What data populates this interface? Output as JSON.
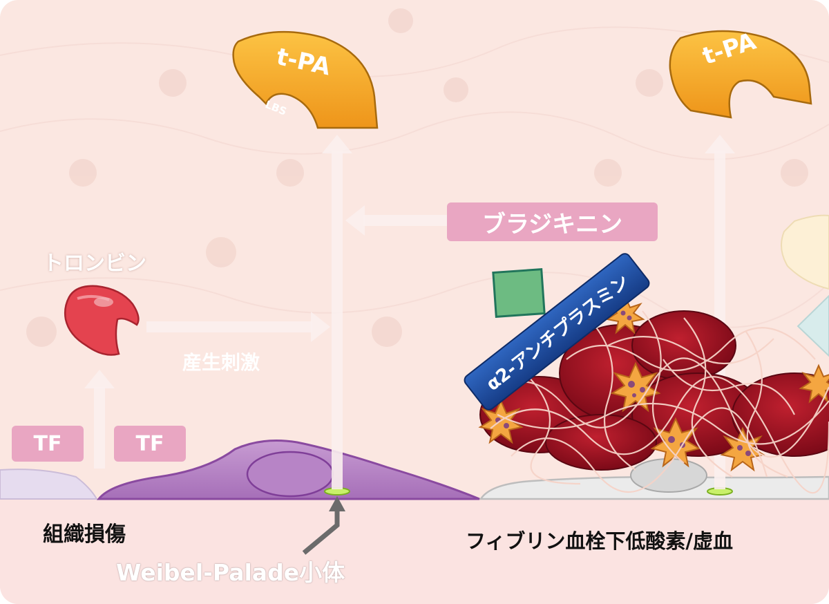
{
  "labels": {
    "tpa_left": "t-PA",
    "tpa_right": "t-PA",
    "lbs": "LBS",
    "thrombin": "トロンビン",
    "bradykinin": "ブラジキニン",
    "production_stimulus": "産生刺激",
    "tf_1": "TF",
    "tf_2": "TF",
    "antiplasmin": "α2-アンチプラスミン",
    "tissue_injury": "組織損傷",
    "weibel_palade": "Weibel-Palade小体",
    "conditions_right": "フィブリン血栓下低酸素/虚血"
  },
  "colors": {
    "background": "#fbe7e1",
    "tpa_orange": "#f6a623",
    "thrombin_red": "#e4434f",
    "label_pink": "#e9a6c2",
    "antiplasmin_blue": "#1f4fa0",
    "endothelial_purple": "#b889c4",
    "clot_dark_red": "#8e1020",
    "platelet_orange": "#f4a641"
  }
}
